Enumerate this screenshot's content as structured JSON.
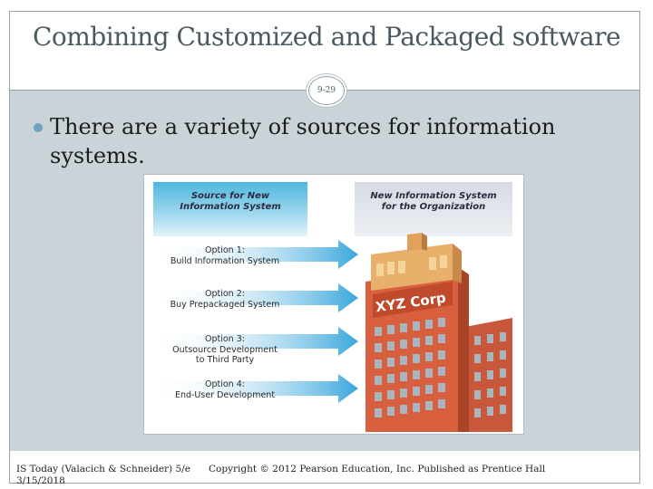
{
  "slide": {
    "title": "Combining Customized and Packaged software",
    "slide_number": "9-29",
    "bullet_line1": "There are a variety of sources for information",
    "bullet_line2": "systems."
  },
  "figure": {
    "source_header_line1": "Source for New",
    "source_header_line2": "Information System",
    "dest_header_line1": "New Information System",
    "dest_header_line2": "for the Organization",
    "building_sign": "XYZ Corp",
    "options": [
      {
        "line1": "Option 1:",
        "line2": "Build Information System",
        "line3": ""
      },
      {
        "line1": "Option 2:",
        "line2": "Buy Prepackaged System",
        "line3": ""
      },
      {
        "line1": "Option 3:",
        "line2": "Outsource Development",
        "line3": "to Third Party"
      },
      {
        "line1": "Option 4:",
        "line2": "End-User Development",
        "line3": ""
      }
    ],
    "colors": {
      "arrow": "#3aa7dc",
      "building": "#d9603e",
      "building_top": "#e8b06a",
      "window": "#a8b6c0"
    }
  },
  "footer": {
    "left_line1": "IS Today (Valacich & Schneider) 5/e",
    "left_line2": "3/15/2018",
    "right": "Copyright © 2012 Pearson Education, Inc. Published as Prentice Hall"
  }
}
